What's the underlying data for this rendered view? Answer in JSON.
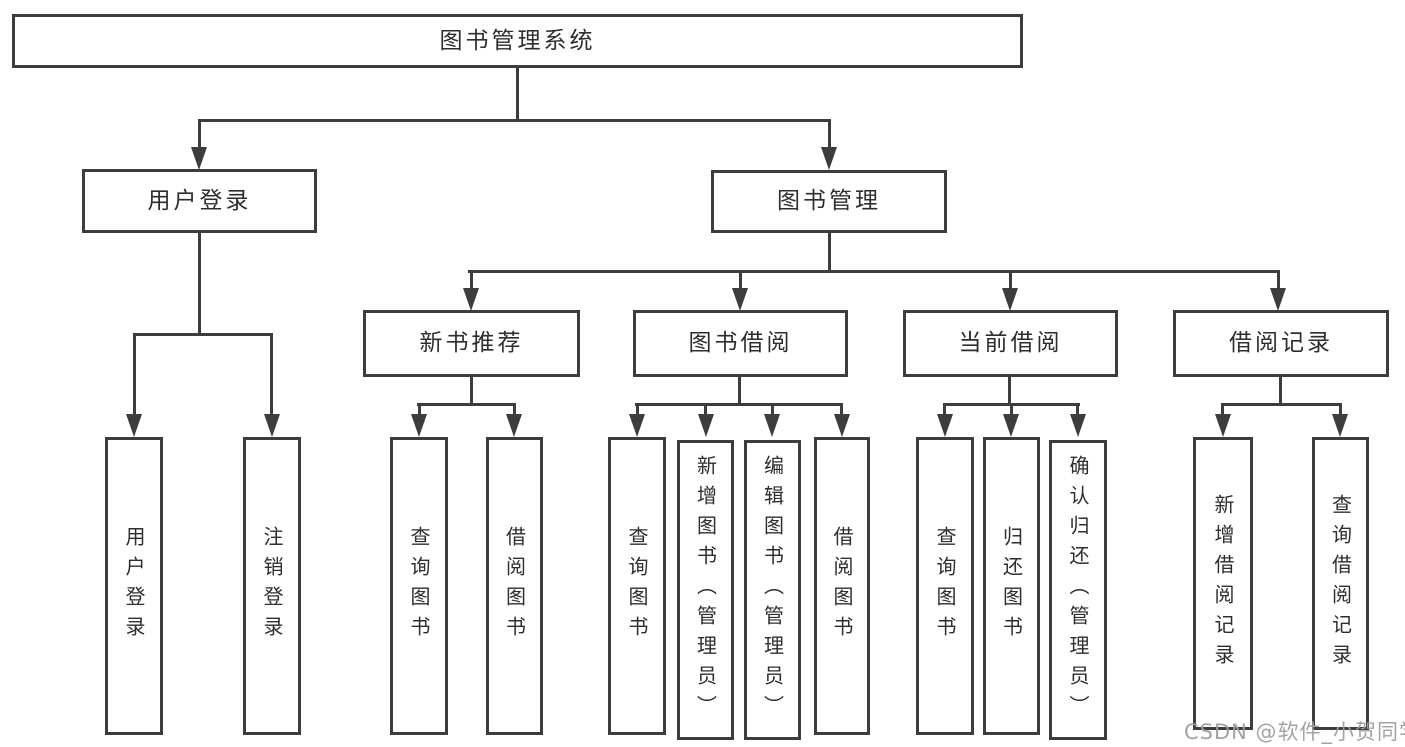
{
  "diagram_title": "图书管理系统",
  "colors": {
    "line": "#3d3d3d",
    "box_border": "#3d3d3d",
    "box_fill": "#ffffff",
    "text": "#2e2e2e",
    "background": "#ffffff",
    "watermark": "#9e9e9e"
  },
  "watermark": {
    "text": "CSDN @软件_小贺同学"
  },
  "nodes": {
    "root": "图书管理系统",
    "user_login": "用户登录",
    "book_mgmt": "图书管理",
    "new_book_rec": "新书推荐",
    "book_borrow": "图书借阅",
    "current_borrow": "当前借阅",
    "borrow_records": "借阅记录",
    "leaf_user_login": "用户登录",
    "leaf_logout": "注销登录",
    "leaf_query_book_1": "查询图书",
    "leaf_borrow_book_1": "借阅图书",
    "leaf_query_book_2": "查询图书",
    "leaf_add_book": "新增图书（管理员）",
    "leaf_edit_book": "编辑图书（管理员）",
    "leaf_borrow_book_2": "借阅图书",
    "leaf_query_book_3": "查询图书",
    "leaf_return_book": "归还图书",
    "leaf_confirm_return": "确认归还（管理员）",
    "leaf_add_borrow_record": "新增借阅记录",
    "leaf_query_borrow_record": "查询借阅记录"
  },
  "hierarchy": {
    "图书管理系统": {
      "用户登录": [
        "用户登录",
        "注销登录"
      ],
      "图书管理": {
        "新书推荐": [
          "查询图书",
          "借阅图书"
        ],
        "图书借阅": [
          "查询图书",
          "新增图书（管理员）",
          "编辑图书（管理员）",
          "借阅图书"
        ],
        "当前借阅": [
          "查询图书",
          "归还图书",
          "确认归还（管理员）"
        ],
        "借阅记录": [
          "新增借阅记录",
          "查询借阅记录"
        ]
      }
    }
  }
}
